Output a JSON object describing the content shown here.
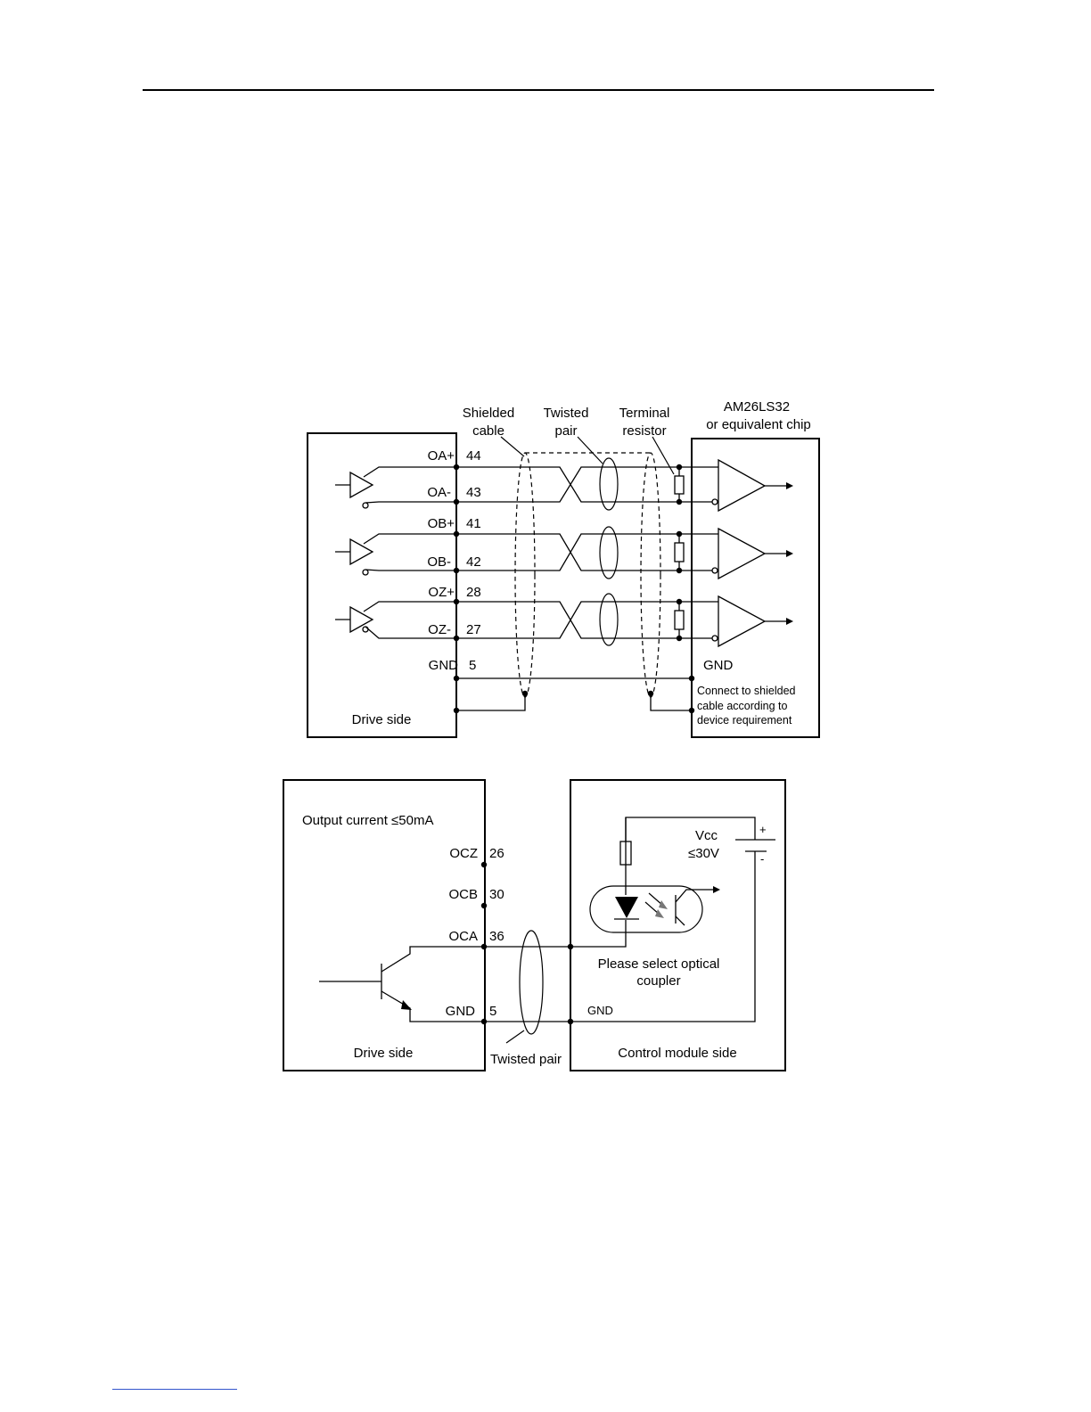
{
  "diagram1": {
    "labels": {
      "shielded_cable": [
        "Shielded",
        "cable"
      ],
      "twisted_pair": [
        "Twisted",
        "pair"
      ],
      "terminal_resistor": [
        "Terminal",
        "resistor"
      ],
      "chip": [
        "AM26LS32",
        "or equivalent chip"
      ],
      "drive_side": "Drive side",
      "gnd_right": "GND",
      "note": [
        "Connect to shielded",
        "cable according to",
        "device requirement"
      ]
    },
    "signals": [
      {
        "name": "OA+",
        "pin": "44"
      },
      {
        "name": "OA-",
        "pin": "43"
      },
      {
        "name": "OB+",
        "pin": "41"
      },
      {
        "name": "OB-",
        "pin": "42"
      },
      {
        "name": "OZ+",
        "pin": "28"
      },
      {
        "name": "OZ-",
        "pin": "27"
      },
      {
        "name": "GND",
        "pin": "5"
      }
    ]
  },
  "diagram2": {
    "labels": {
      "output_current": "Output current ≤50mA",
      "vcc": "Vcc",
      "vcc_limit": "≤30V",
      "plus": "+",
      "minus": "-",
      "optical_coupler": [
        "Please select optical",
        "coupler"
      ],
      "gnd_right": "GND",
      "drive_side": "Drive side",
      "twisted_pair": "Twisted pair",
      "control_side": "Control module side"
    },
    "signals": [
      {
        "name": "OCZ",
        "pin": "26"
      },
      {
        "name": "OCB",
        "pin": "30"
      },
      {
        "name": "OCA",
        "pin": "36"
      },
      {
        "name": "GND",
        "pin": "5"
      }
    ]
  }
}
